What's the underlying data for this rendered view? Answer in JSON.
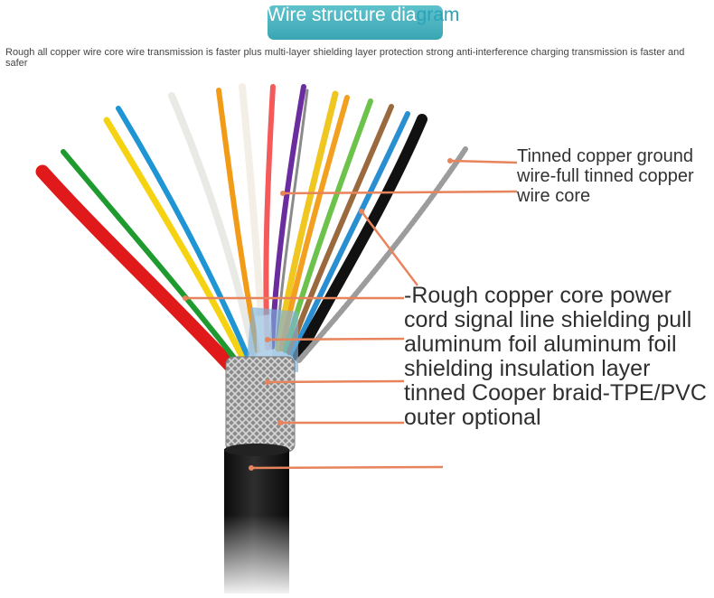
{
  "header": {
    "title_part1": "Wire structure dia",
    "title_part2": "gram",
    "subtitle": "Rough all copper wire core wire transmission is faster plus multi-layer shielding layer protection strong anti-interference charging transmission is faster and safer"
  },
  "callouts": {
    "ground_wire": "Tinned copper ground wire-full tinned copper wire core",
    "structure": "-Rough copper core power cord signal line shielding pull aluminum foil aluminum foil shielding insulation layer tinned Cooper braid-TPE/PVC outer optional"
  },
  "colors": {
    "title_pill": "#43adb9",
    "leader_line": "#e8845c",
    "jacket": "#111111",
    "wires": [
      "#e01a1a",
      "#1f9a2e",
      "#f5d313",
      "#1f95d4",
      "#eeeeea",
      "#f29b16",
      "#f4f0ea",
      "#f45a5a",
      "#6a2c9e",
      "#f0c620",
      "#f3a020",
      "#6cc24a",
      "#9a6a3e",
      "#2a8fd0",
      "#111111"
    ]
  },
  "icons": [
    "cable-diagram-icon"
  ]
}
